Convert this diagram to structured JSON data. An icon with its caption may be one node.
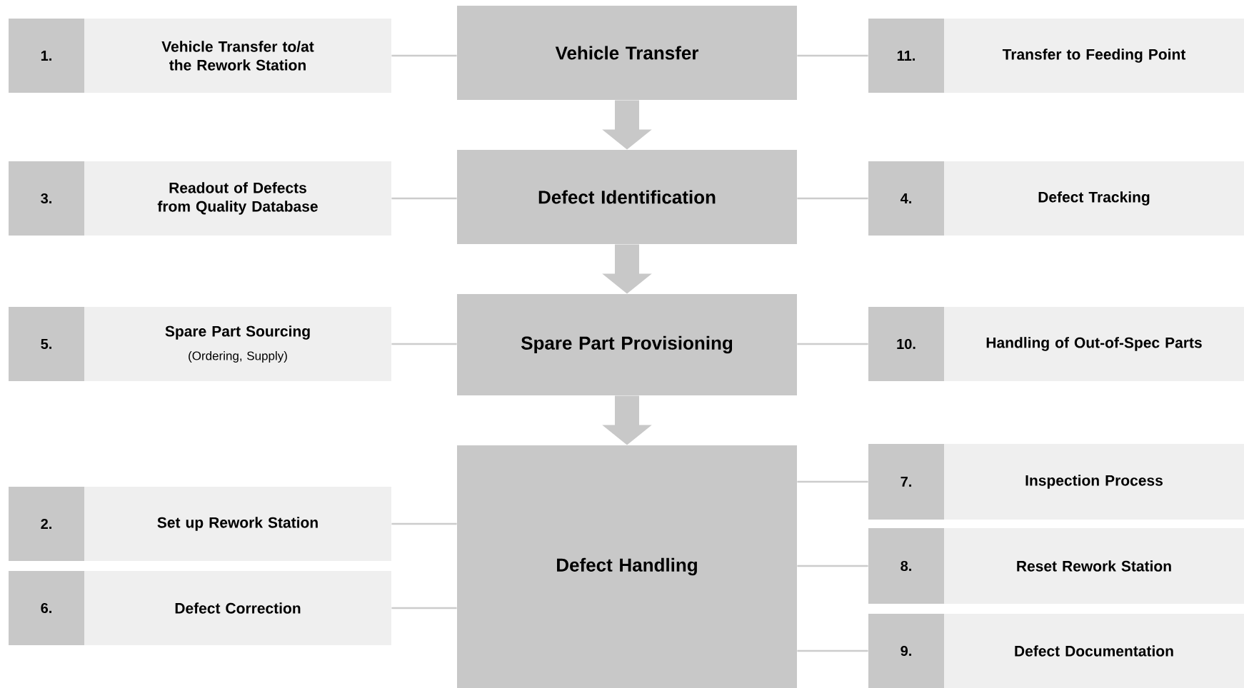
{
  "diagram": {
    "nodes": [
      {
        "text": [
          "1.",
          "Vehicle Transfer to/at the Rework Station"
        ]
      },
      {
        "text": [
          "Vehicle Transfer"
        ]
      },
      {
        "text": [
          "11.",
          "Transfer to Feeding Point"
        ]
      },
      {
        "text": [
          "3.",
          "Readout of Defects from Quality Database"
        ]
      },
      {
        "text": [
          "Defect Identification"
        ]
      },
      {
        "text": [
          "4.",
          "Defect Tracking"
        ]
      },
      {
        "text": [
          "5.",
          "Spare Part Sourcing",
          "(Ordering, Supply)"
        ]
      },
      {
        "text": [
          "Spare Part Provisioning"
        ]
      },
      {
        "text": [
          "10.",
          "Handling of Out-of-Spec Parts"
        ]
      },
      {
        "text": [
          "Defect Handling"
        ]
      },
      {
        "text": [
          "7.",
          "Inspection Process"
        ]
      },
      {
        "text": [
          "2.",
          "Set up Rework Station"
        ]
      },
      {
        "text": [
          "8.",
          "Reset Rework Station"
        ]
      },
      {
        "text": [
          "6.",
          "Defect Correction"
        ]
      },
      {
        "text": [
          "9.",
          "Defect Documentation"
        ]
      }
    ],
    "edges": [
      {
        "from": 0,
        "to": 1,
        "arrow": "none"
      },
      {
        "from": 1,
        "to": 2,
        "arrow": "none"
      },
      {
        "from": 3,
        "to": 4,
        "arrow": "none"
      },
      {
        "from": 4,
        "to": 5,
        "arrow": "none"
      },
      {
        "from": 6,
        "to": 7,
        "arrow": "none"
      },
      {
        "from": 7,
        "to": 8,
        "arrow": "none"
      },
      {
        "from": 11,
        "to": 9,
        "arrow": "none"
      },
      {
        "from": 13,
        "to": 9,
        "arrow": "none"
      },
      {
        "from": 9,
        "to": 10,
        "arrow": "none"
      },
      {
        "from": 9,
        "to": 12,
        "arrow": "none"
      },
      {
        "from": 9,
        "to": 14,
        "arrow": "none"
      },
      {
        "from": 1,
        "to": 4,
        "arrow": "to",
        "style": "thick"
      },
      {
        "from": 4,
        "to": 7,
        "arrow": "to",
        "style": "thick"
      },
      {
        "from": 7,
        "to": 9,
        "arrow": "to",
        "style": "thick"
      }
    ]
  }
}
